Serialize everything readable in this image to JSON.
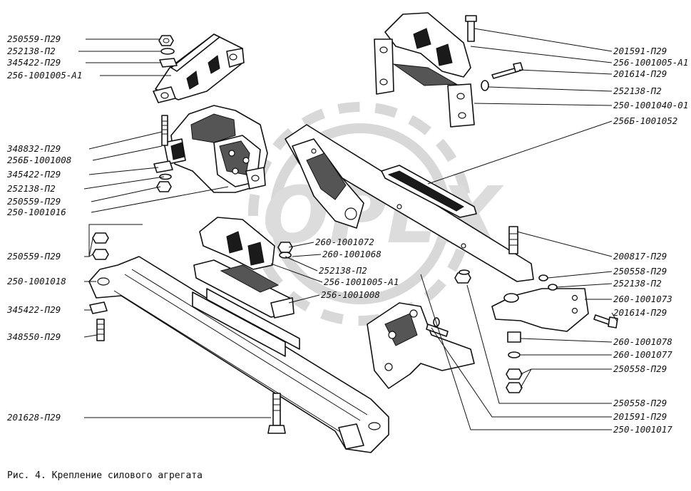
{
  "caption": "Рис. 4. Крепление силового агрегата",
  "watermark": "OPEX",
  "labels": {
    "l1": "250559-П29",
    "l2": "252138-П2",
    "l3": "345422-П29",
    "l4": "256-1001005-А1",
    "l5": "348832-П29",
    "l6": "256Б-1001008",
    "l7": "345422-П29",
    "l8": "252138-П2",
    "l9": "250559-П29",
    "l10": "250-1001016",
    "l11": "250559-П29",
    "l12": "250-1001018",
    "l13": "345422-П29",
    "l14": "348550-П29",
    "l15": "201628-П29",
    "r1": "201591-П29",
    "r2": "256-1001005-А1",
    "r3": "201614-П29",
    "r4": "252138-П2",
    "r5": "250-1001040-01",
    "r6": "256Б-1001052",
    "r7": "200817-П29",
    "r8": "250558-П29",
    "r9": "252138-П2",
    "r10": "260-1001073",
    "r11": "201614-П29",
    "r12": "260-1001078",
    "r13": "260-1001077",
    "r14": "250558-П29",
    "r15": "250558-П29",
    "r16": "201591-П29",
    "r17": "250-1001017",
    "c1": "260-1001072",
    "c2": "260-1001068",
    "c3": "252138-П2",
    "c4": "256-1001005-А1",
    "c5": "256-1001008"
  }
}
